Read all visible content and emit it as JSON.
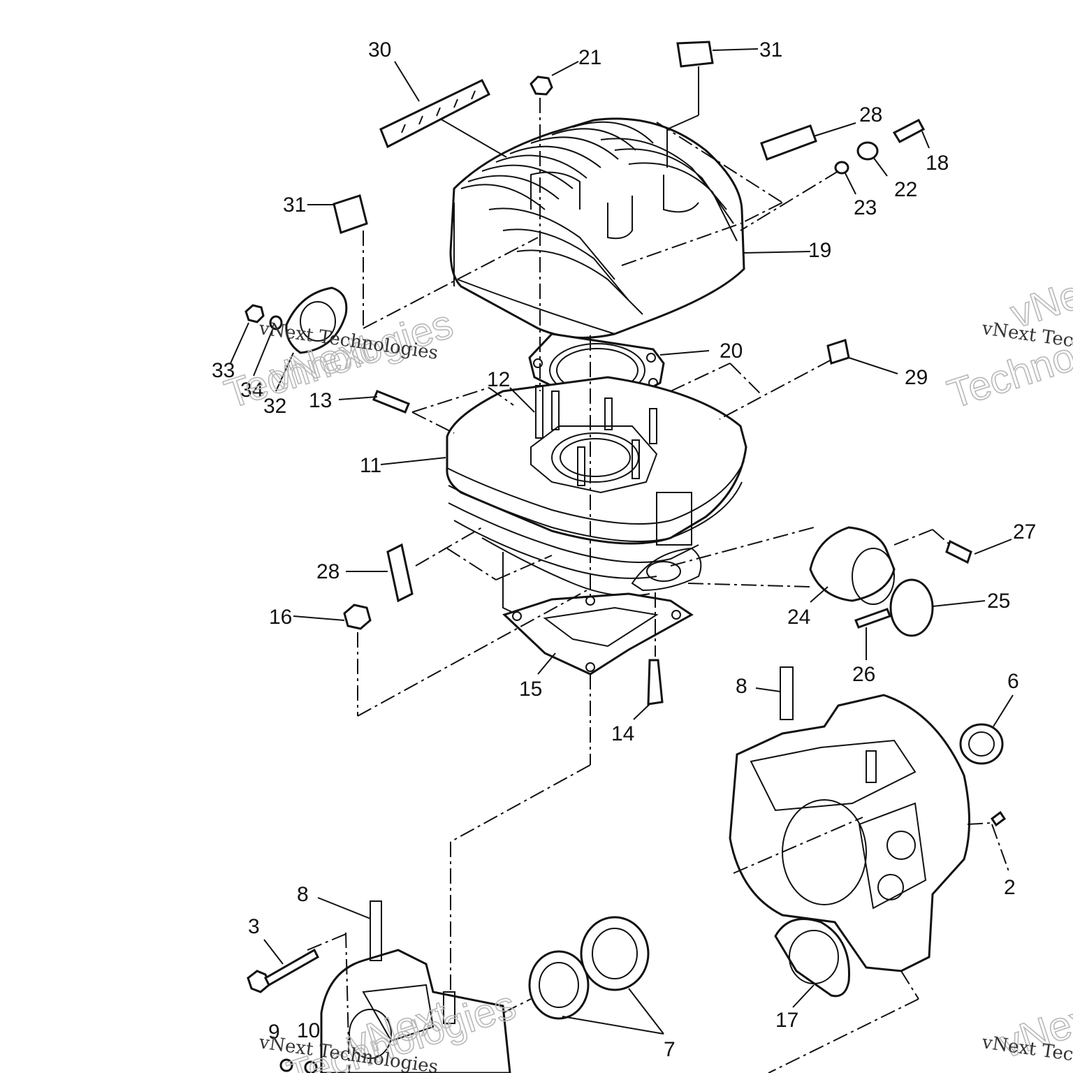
{
  "diagram": {
    "callouts": [
      {
        "id": "c30",
        "label": "30"
      },
      {
        "id": "c21",
        "label": "21"
      },
      {
        "id": "c31a",
        "label": "31"
      },
      {
        "id": "c28a",
        "label": "28"
      },
      {
        "id": "c18",
        "label": "18"
      },
      {
        "id": "c22",
        "label": "22"
      },
      {
        "id": "c23",
        "label": "23"
      },
      {
        "id": "c31b",
        "label": "31"
      },
      {
        "id": "c19",
        "label": "19"
      },
      {
        "id": "c20",
        "label": "20"
      },
      {
        "id": "c29",
        "label": "29"
      },
      {
        "id": "c33",
        "label": "33"
      },
      {
        "id": "c34",
        "label": "34"
      },
      {
        "id": "c32",
        "label": "32"
      },
      {
        "id": "c13",
        "label": "13"
      },
      {
        "id": "c12",
        "label": "12"
      },
      {
        "id": "c11",
        "label": "11"
      },
      {
        "id": "c27",
        "label": "27"
      },
      {
        "id": "c28b",
        "label": "28"
      },
      {
        "id": "c25",
        "label": "25"
      },
      {
        "id": "c24",
        "label": "24"
      },
      {
        "id": "c16",
        "label": "16"
      },
      {
        "id": "c26",
        "label": "26"
      },
      {
        "id": "c15",
        "label": "15"
      },
      {
        "id": "c8a",
        "label": "8"
      },
      {
        "id": "c6",
        "label": "6"
      },
      {
        "id": "c14",
        "label": "14"
      },
      {
        "id": "c2",
        "label": "2"
      },
      {
        "id": "c8b",
        "label": "8"
      },
      {
        "id": "c3",
        "label": "3"
      },
      {
        "id": "c17",
        "label": "17"
      },
      {
        "id": "c7",
        "label": "7"
      },
      {
        "id": "c9",
        "label": "9"
      },
      {
        "id": "c10",
        "label": "10"
      }
    ],
    "watermark": {
      "line1": "vNext Technologies",
      "word_a": "vNext",
      "word_b": "Technologies"
    }
  }
}
